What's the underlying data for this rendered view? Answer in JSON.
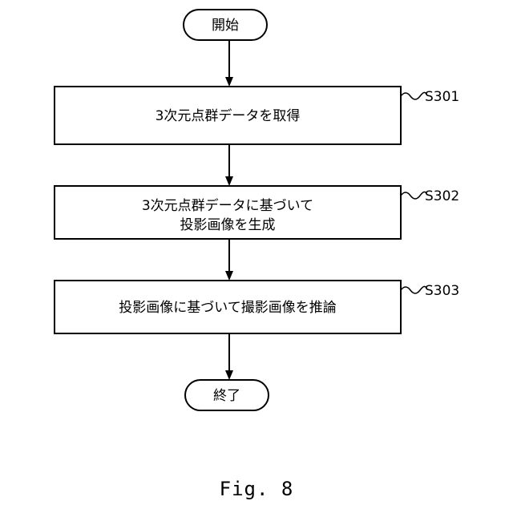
{
  "flowchart": {
    "start": {
      "label": "開始"
    },
    "steps": [
      {
        "id": "S301",
        "lines": [
          "3次元点群データを取得"
        ]
      },
      {
        "id": "S302",
        "lines": [
          "3次元点群データに基づいて",
          "投影画像を生成"
        ]
      },
      {
        "id": "S303",
        "lines": [
          "投影画像に基づいて撮影画像を推論"
        ]
      }
    ],
    "end": {
      "label": "終了"
    }
  },
  "caption": "Fig. 8"
}
